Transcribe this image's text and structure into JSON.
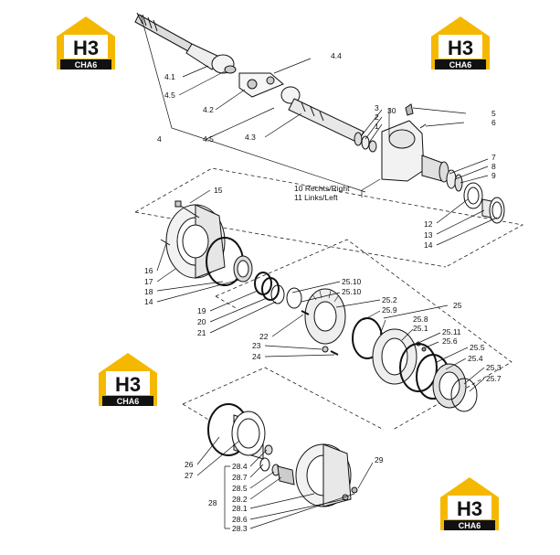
{
  "diagram": {
    "type": "exploded-parts-diagram",
    "logo": {
      "main": "H3",
      "sub": "CHA6"
    },
    "labels": {
      "l4_1": "4.1",
      "l4_4": "4.4",
      "l4_5a": "4.5",
      "l4_2": "4.2",
      "l4_5b": "4.5",
      "l4_3": "4.3",
      "l4": "4",
      "l3": "3",
      "l2": "2",
      "l1": "1",
      "l30": "30",
      "l5": "5",
      "l6": "6",
      "l7": "7",
      "l8": "8",
      "l9": "9",
      "l10": "10 Rechts/Right",
      "l11": "11 Links/Left",
      "l12": "12",
      "l13": "13",
      "l14a": "14",
      "l15": "15",
      "l16": "16",
      "l17": "17",
      "l18": "18",
      "l14b": "14",
      "l19": "19",
      "l20": "20",
      "l21": "21",
      "l25_10a": "25.10",
      "l25_10b": "25.10",
      "l25_2": "25.2",
      "l25_9": "25.9",
      "l25": "25",
      "l25_8": "25.8",
      "l25_1": "25.1",
      "l25_11": "25.11",
      "l25_6": "25.6",
      "l25_5": "25.5",
      "l25_4": "25.4",
      "l25_3": "25.3",
      "l25_7": "25.7",
      "l22": "22",
      "l23": "23",
      "l24": "24",
      "l26": "26",
      "l27": "27",
      "l28": "28",
      "l28_4": "28.4",
      "l28_7": "28.7",
      "l28_5": "28.5",
      "l28_2": "28.2",
      "l28_1": "28.1",
      "l28_6": "28.6",
      "l28_3": "28.3",
      "l29": "29"
    }
  }
}
